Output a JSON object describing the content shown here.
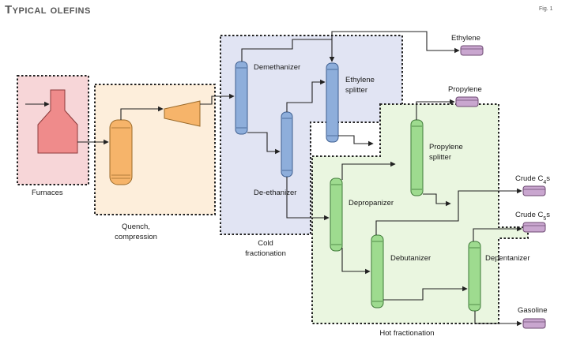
{
  "title": "Typical olefins",
  "figure_label": "Fig. 1",
  "colors": {
    "furnace_fill": "#f7d6d8",
    "furnace_unit": "#ef8b8b",
    "quench_fill": "#fdeedb",
    "quench_unit": "#f6b46a",
    "cold_fill": "#e1e4f3",
    "cold_unit": "#8eaedb",
    "hot_fill": "#eaf6e0",
    "hot_unit": "#9edb8f",
    "product_tank": "#c9a6cf"
  },
  "groups": {
    "furnaces": "Furnaces",
    "quench_line1": "Quench,",
    "quench_line2": "compression",
    "cold_line1": "Cold",
    "cold_line2": "fractionation",
    "hot": "Hot fractionation"
  },
  "units": {
    "demethanizer": "Demethanizer",
    "deethanizer": "De-ethanizer",
    "ethylene_splitter_line1": "Ethylene",
    "ethylene_splitter_line2": "splitter",
    "propylene_splitter_line1": "Propylene",
    "propylene_splitter_line2": "splitter",
    "depropanizer": "Depropanizer",
    "debutanizer": "Debutanizer",
    "depentanizer": "Depentanizer"
  },
  "products": {
    "ethylene": "Ethylene",
    "propylene": "Propylene",
    "crude_c4": {
      "main": "Crude C",
      "sub": "4",
      "suffix": "s"
    },
    "crude_c5": {
      "main": "Crude C",
      "sub": "5",
      "suffix": "s"
    },
    "gasoline": "Gasoline"
  }
}
